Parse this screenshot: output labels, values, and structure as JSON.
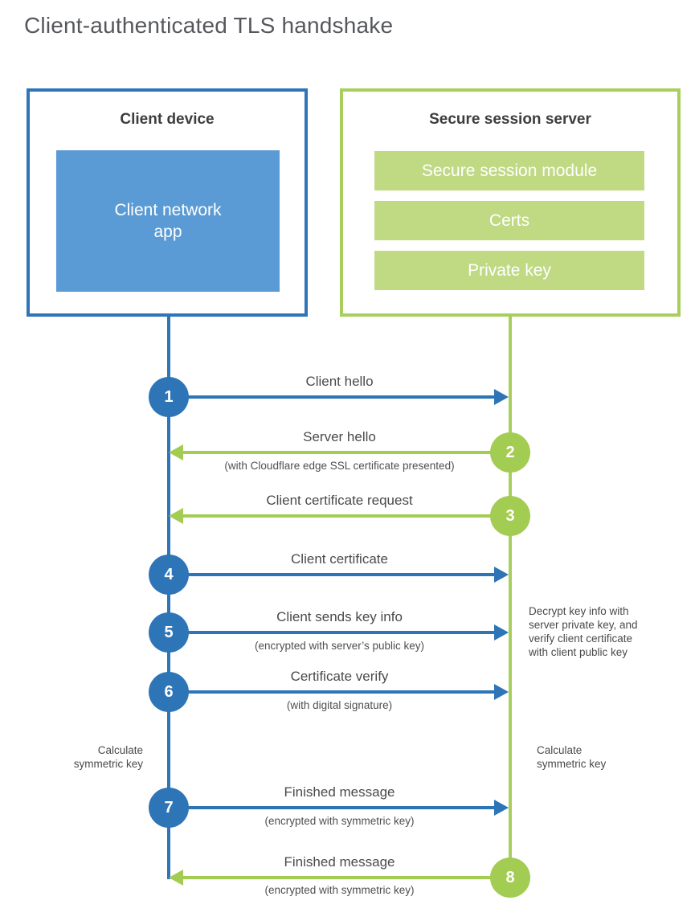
{
  "title": "Client-authenticated TLS handshake",
  "colors": {
    "client_blue": "#2e75b8",
    "client_blue_fill": "#5b9bd5",
    "server_green": "#a8cf5e",
    "server_green_circle": "#a3cc52",
    "server_green_fill": "#c0d983",
    "heading_text": "#3d3d3d",
    "label_text": "#4a4a4a",
    "title_text": "#55575c"
  },
  "client": {
    "title": "Client device",
    "app_label": "Client network\napp"
  },
  "server": {
    "title": "Secure session server",
    "modules": [
      "Secure session module",
      "Certs",
      "Private key"
    ]
  },
  "flow": {
    "steps": [
      {
        "number": "1",
        "label": "Client hello",
        "sublabel": "",
        "direction": "client-to-server"
      },
      {
        "number": "2",
        "label": "Server hello",
        "sublabel": "(with Cloudflare edge SSL certificate presented)",
        "direction": "server-to-client"
      },
      {
        "number": "3",
        "label": "Client certificate request",
        "sublabel": "",
        "direction": "server-to-client"
      },
      {
        "number": "4",
        "label": "Client certificate",
        "sublabel": "",
        "direction": "client-to-server"
      },
      {
        "number": "5",
        "label": "Client sends key info",
        "sublabel": "(encrypted with server’s public key)",
        "direction": "client-to-server"
      },
      {
        "number": "6",
        "label": "Certificate verify",
        "sublabel": "(with digital signature)",
        "direction": "client-to-server"
      },
      {
        "number": "7",
        "label": "Finished message",
        "sublabel": "(encrypted with symmetric key)",
        "direction": "client-to-server"
      },
      {
        "number": "8",
        "label": "Finished message",
        "sublabel": "(encrypted with symmetric key)",
        "direction": "server-to-client"
      }
    ],
    "notes": {
      "server_decrypt": "Decrypt key info with\nserver private key, and\nverify client certificate\nwith client public key",
      "client_calculate": "Calculate\nsymmetric key",
      "server_calculate": "Calculate\nsymmetric key"
    }
  }
}
